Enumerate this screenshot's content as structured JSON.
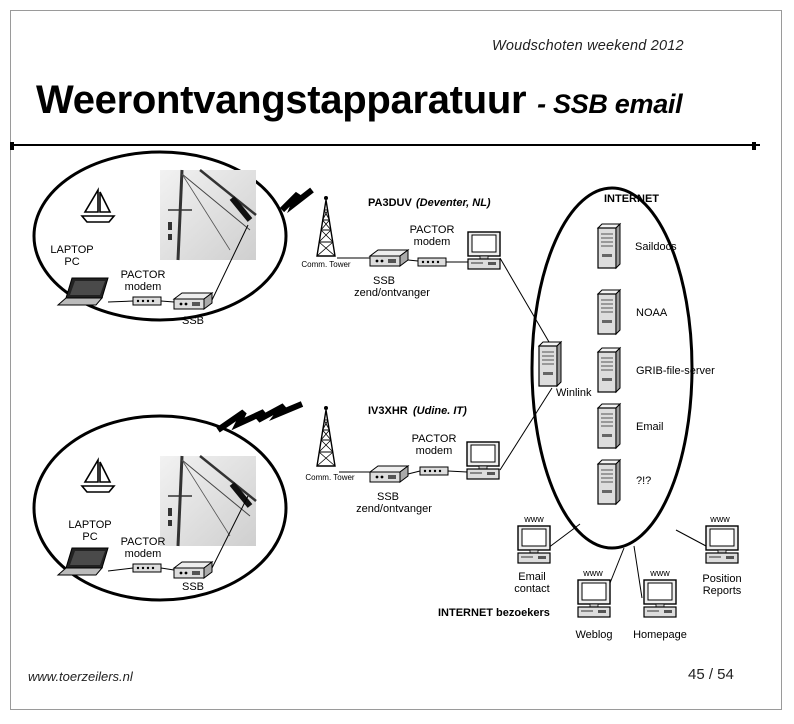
{
  "header": {
    "event": "Woudschoten weekend 2012"
  },
  "title": {
    "main": "Weerontvangstapparatuur",
    "sub": "- SSB email"
  },
  "boat1": {
    "laptop": [
      "LAPTOP",
      "PC"
    ],
    "pactor": [
      "PACTOR",
      "modem"
    ],
    "ssb": "SSB"
  },
  "boat2": {
    "laptop": [
      "LAPTOP",
      "PC"
    ],
    "pactor": [
      "PACTOR",
      "modem"
    ],
    "ssb": "SSB"
  },
  "station1": {
    "call": "PA3DUV",
    "location": "(Deventer, NL)",
    "tower": "Comm. Tower",
    "pactor": [
      "PACTOR",
      "modem"
    ],
    "ssb": [
      "SSB",
      "zend/ontvanger"
    ]
  },
  "station2": {
    "call": "IV3XHR",
    "location": "(Udine. IT)",
    "tower": "Comm. Tower",
    "pactor": [
      "PACTOR",
      "modem"
    ],
    "ssb": [
      "SSB",
      "zend/ontvanger"
    ]
  },
  "internet": {
    "label": "INTERNET",
    "hub": "Winlink",
    "servers": [
      "Saildocs",
      "NOAA",
      "GRIB-file-server",
      "Email",
      "?!?"
    ]
  },
  "visitors": {
    "label": "INTERNET bezoekers",
    "www": "www",
    "clients": [
      {
        "label": [
          "Email",
          "contact"
        ]
      },
      {
        "label": [
          "Weblog"
        ]
      },
      {
        "label": [
          "Homepage"
        ]
      },
      {
        "label": [
          "Position",
          "Reports"
        ]
      }
    ]
  },
  "footer": {
    "url": "www.toerzeilers.nl",
    "page": "45 / 54"
  }
}
